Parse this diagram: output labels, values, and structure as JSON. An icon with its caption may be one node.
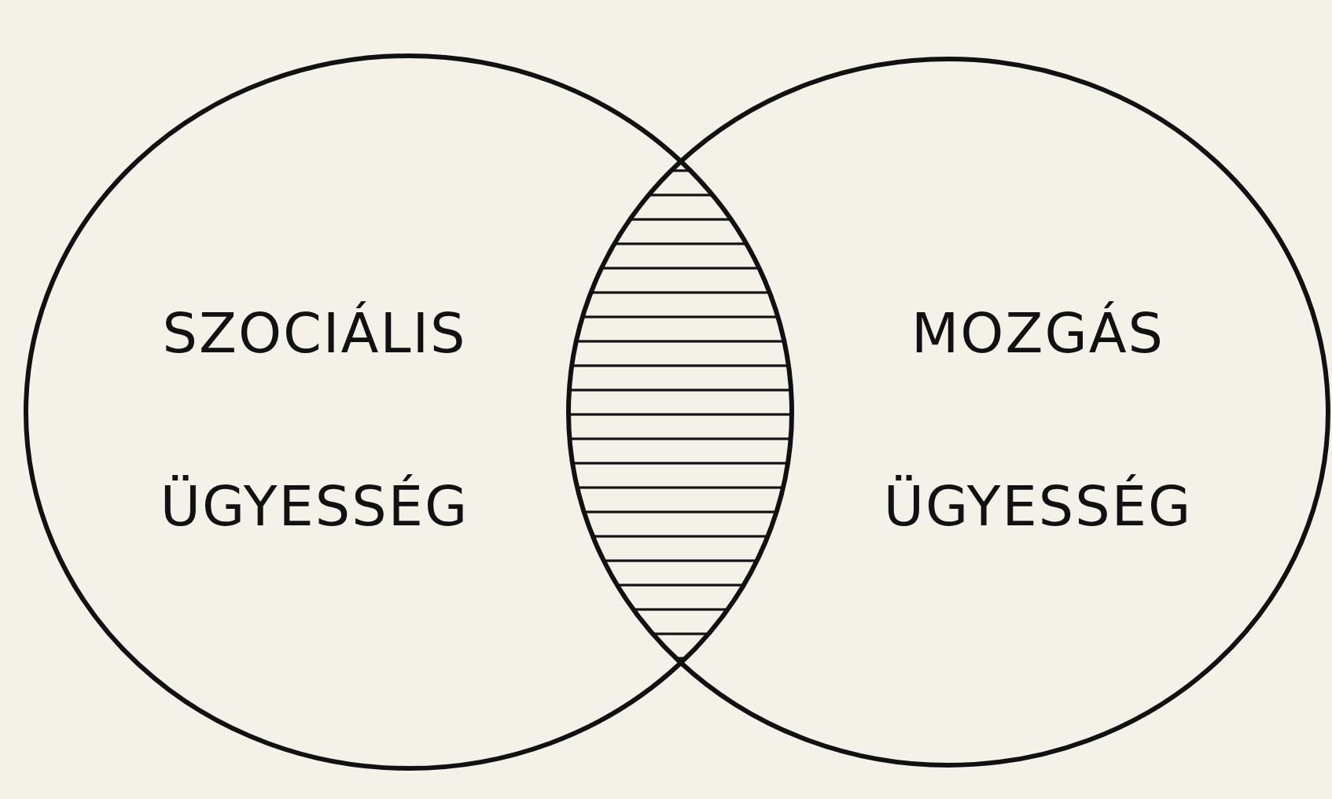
{
  "diagram": {
    "nodes": [
      {
        "text": [
          "SZOCIÁLIS ÜGYESSÉG"
        ]
      },
      {
        "text": [],
        "shape": "lens"
      },
      {
        "text": [
          "MOZGÁS ÜGYESSÉG"
        ]
      }
    ]
  }
}
